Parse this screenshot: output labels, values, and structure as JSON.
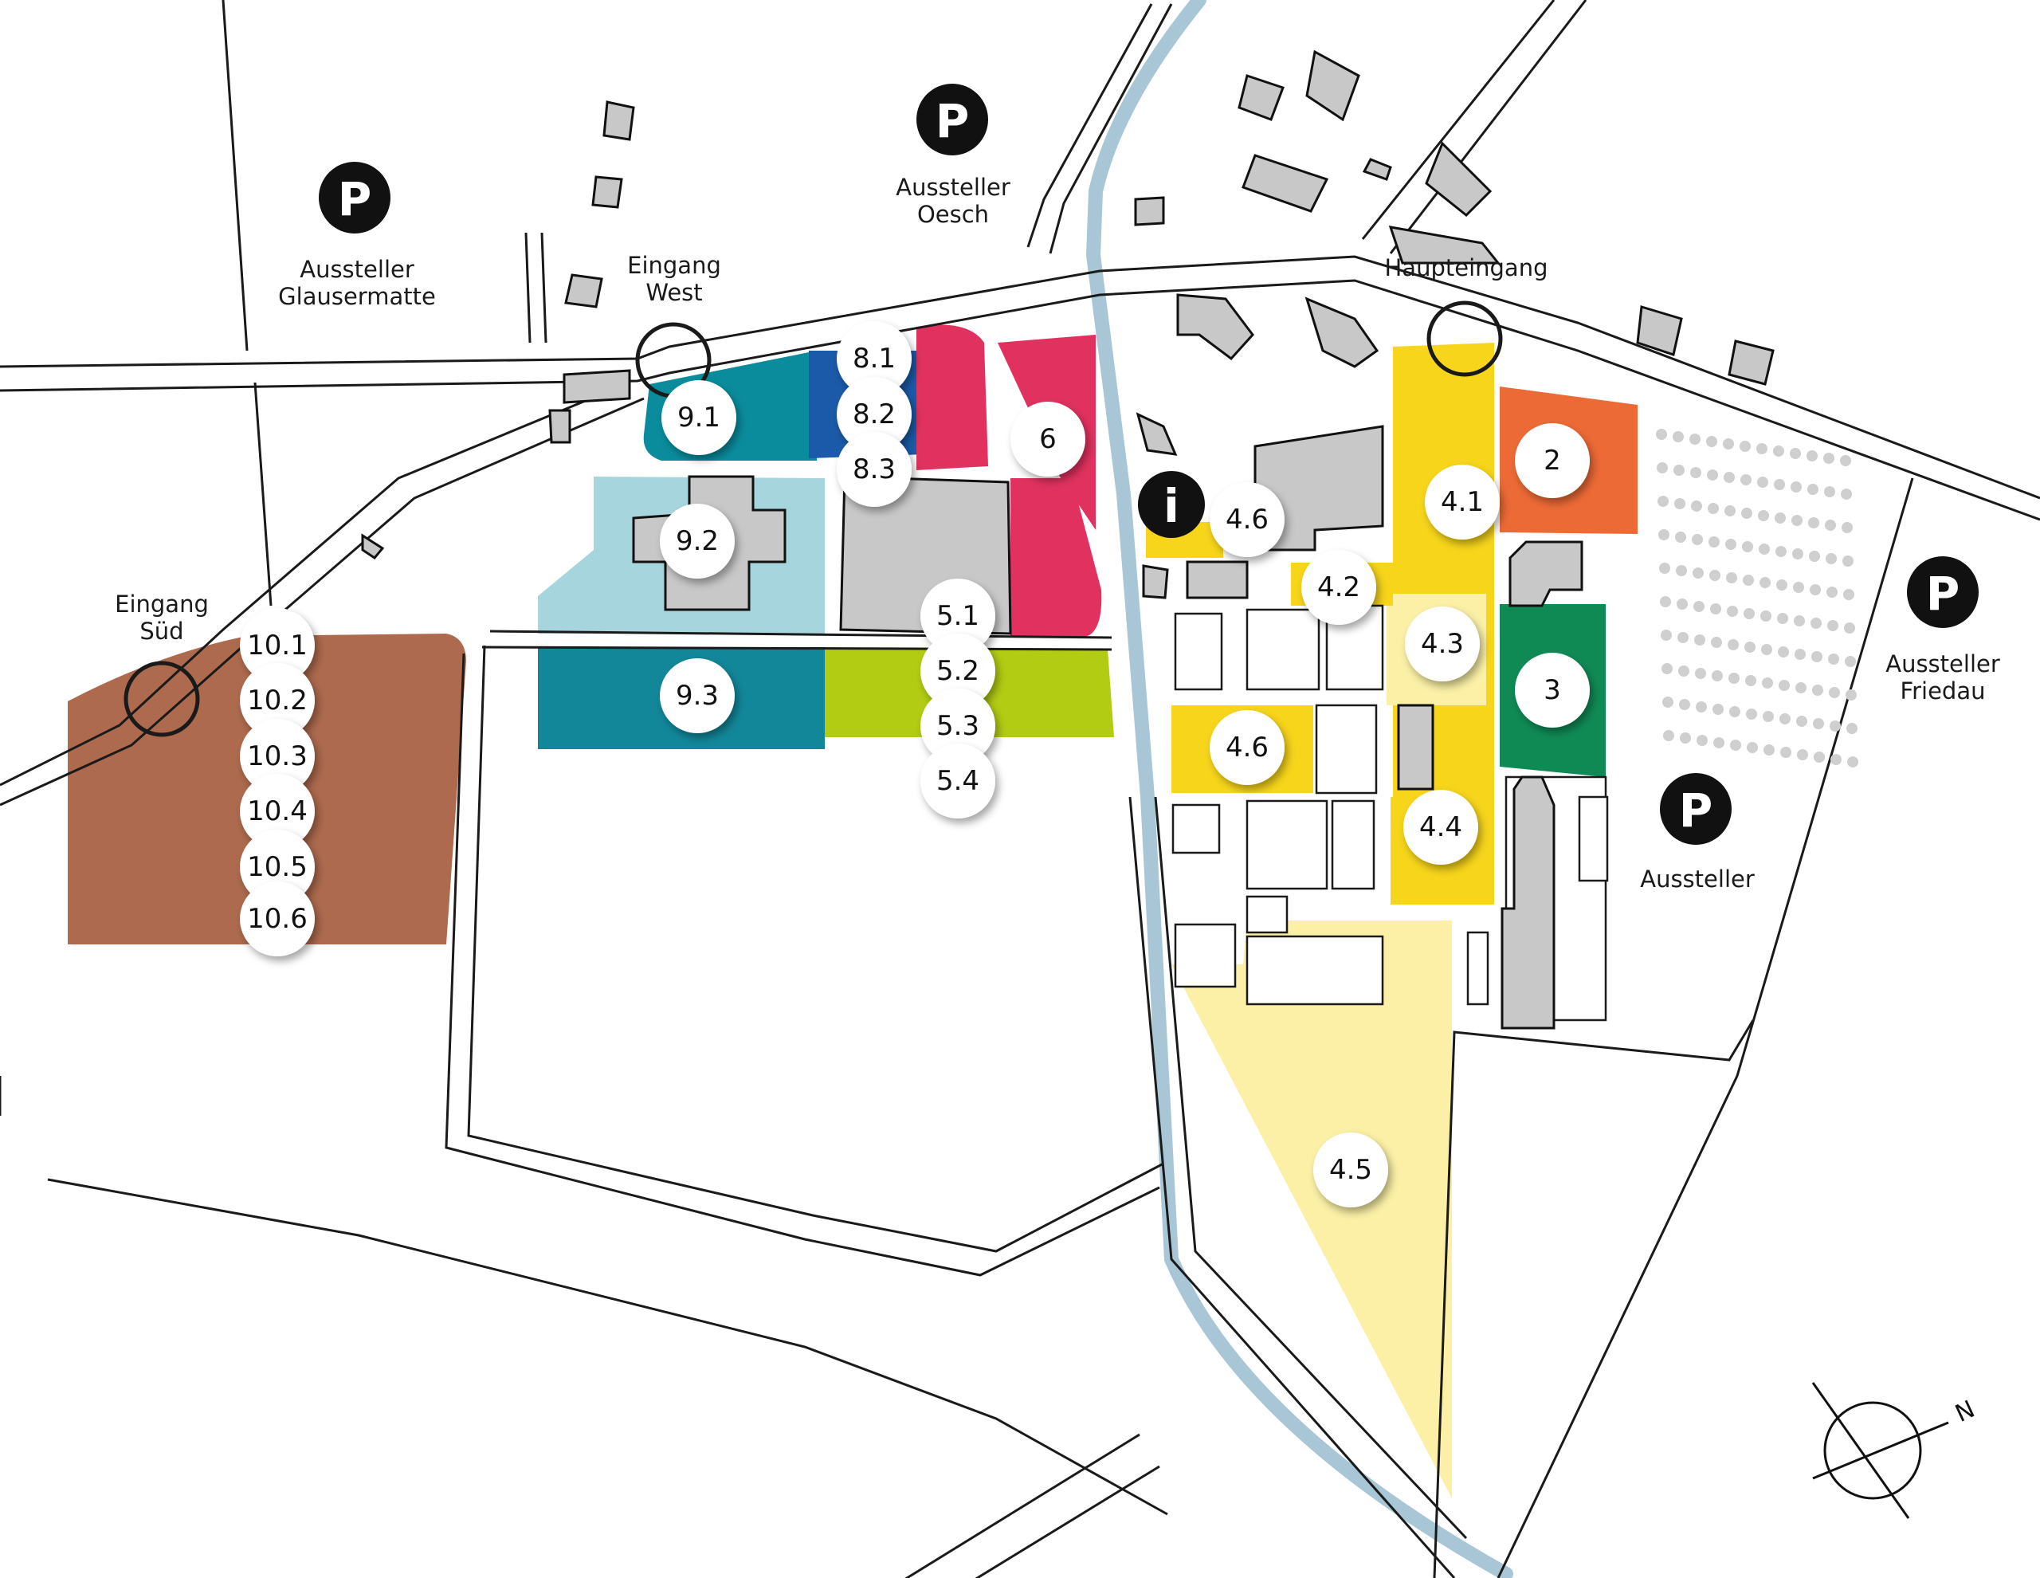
{
  "labels": {
    "aussteller_glausermatte": [
      "Aussteller",
      "Glausermatte"
    ],
    "aussteller_oesch": [
      "Aussteller",
      "Oesch"
    ],
    "aussteller_friedau": [
      "Aussteller",
      "Friedau"
    ],
    "aussteller": "Aussteller",
    "eingang_west": [
      "Eingang",
      "West"
    ],
    "eingang_sued": [
      "Eingang",
      "Süd"
    ],
    "haupteingang": "Haupteingang"
  },
  "parking_glyph": "P",
  "info_glyph": "i",
  "compass_label": "N",
  "sectors": {
    "s2": "2",
    "s3": "3",
    "s6": "6",
    "s41": "4.1",
    "s42": "4.2",
    "s43": "4.3",
    "s44": "4.4",
    "s45": "4.5",
    "s46a": "4.6",
    "s46b": "4.6",
    "s51": "5.1",
    "s52": "5.2",
    "s53": "5.3",
    "s54": "5.4",
    "s81": "8.1",
    "s82": "8.2",
    "s83": "8.3",
    "s91": "9.1",
    "s92": "9.2",
    "s93": "9.3",
    "s101": "10.1",
    "s102": "10.2",
    "s103": "10.3",
    "s104": "10.4",
    "s105": "10.5",
    "s106": "10.6"
  },
  "colors": {
    "sector_10": "#ad6a4e",
    "sector_9_dark": "#0a8c9c",
    "sector_9_light": "#a7d5de",
    "sector_9_3": "#12879a",
    "sector_8": "#1b5aa8",
    "sector_6": "#e0315f",
    "sector_5_green": "#b2cc13",
    "sector_4_yellow": "#f7d51b",
    "sector_4_light": "#fbf0a6",
    "sector_2": "#ec6a36",
    "sector_3": "#0f8a55",
    "river": "#a9c6d6"
  }
}
